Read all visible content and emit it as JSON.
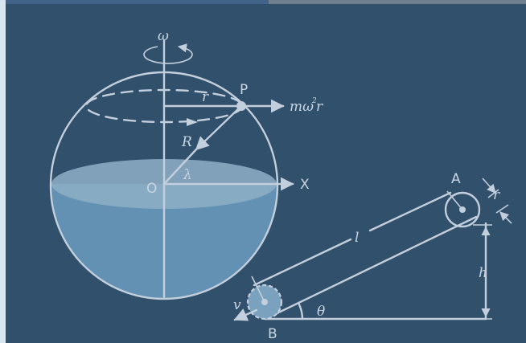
{
  "colors": {
    "background": "#31506c",
    "line": "#c3cfdc",
    "liquid": "#6391b3",
    "liquid_surface": "#8eafc7",
    "left_stripe": "#d6e7f2",
    "top_bar_blue": "#42648a",
    "top_bar_gray": "#6f7f8e"
  },
  "sphere": {
    "omega": "ω",
    "point_p": "P",
    "radius_r": "r",
    "force_label_base": "mω",
    "force_label_sup": "2",
    "force_label_tail": "r",
    "radius_R": "R",
    "center_O": "O",
    "angle_lambda": "λ",
    "axis_X": "X"
  },
  "incline": {
    "point_A": "A",
    "point_B": "B",
    "length_l": "l",
    "height_h": "h",
    "angle_theta": "θ",
    "velocity_v": "v",
    "wheel_radius_r": "r"
  }
}
